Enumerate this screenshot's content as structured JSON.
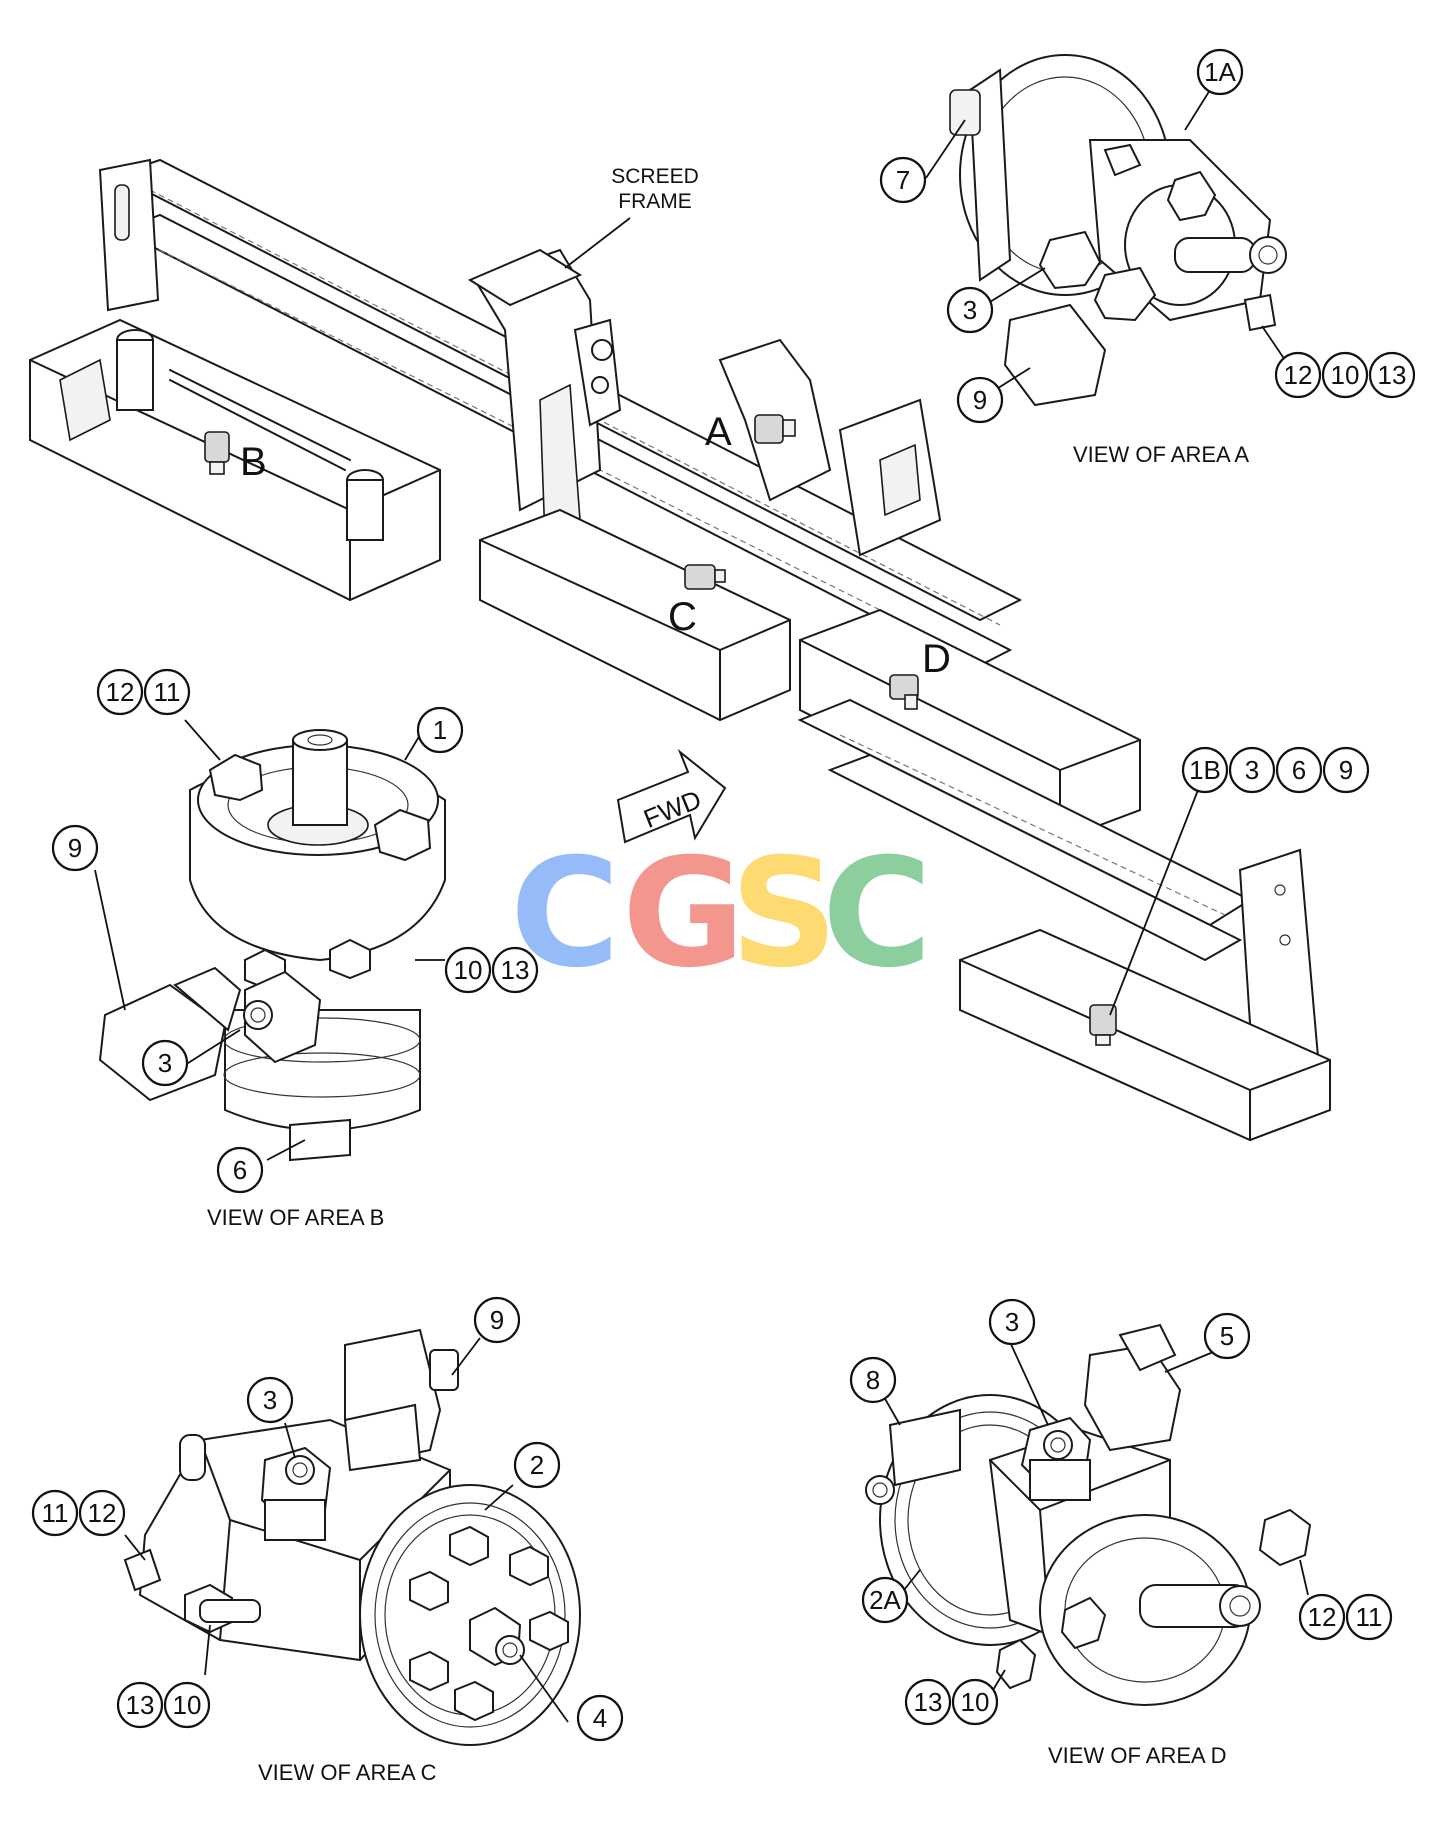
{
  "labels": {
    "screed_frame_line1": "SCREED",
    "screed_frame_line2": "FRAME",
    "fwd": "FWD",
    "area_a_letter": "A",
    "area_b_letter": "B",
    "area_c_letter": "C",
    "area_d_letter": "D"
  },
  "captions": {
    "view_a": "VIEW OF AREA A",
    "view_b": "VIEW OF AREA B",
    "view_c": "VIEW OF AREA C",
    "view_d": "VIEW OF AREA D"
  },
  "watermark": {
    "letters": [
      "C",
      "G",
      "S",
      "C"
    ],
    "colors": [
      "#8ab4f8",
      "#f28b82",
      "#fdd663",
      "#81c995"
    ]
  },
  "callouts": {
    "view_a": [
      "1A",
      "7",
      "3",
      "9",
      "12",
      "10",
      "13"
    ],
    "view_b": [
      "12",
      "11",
      "1",
      "9",
      "10",
      "13",
      "3",
      "6"
    ],
    "main": [
      "1B",
      "3",
      "6",
      "9"
    ],
    "view_c": [
      "9",
      "3",
      "2",
      "11",
      "12",
      "13",
      "10",
      "4"
    ],
    "view_d": [
      "3",
      "5",
      "8",
      "2A",
      "12",
      "11",
      "13",
      "10"
    ]
  },
  "colors": {
    "line": "#1a1a1a",
    "background": "#ffffff"
  }
}
